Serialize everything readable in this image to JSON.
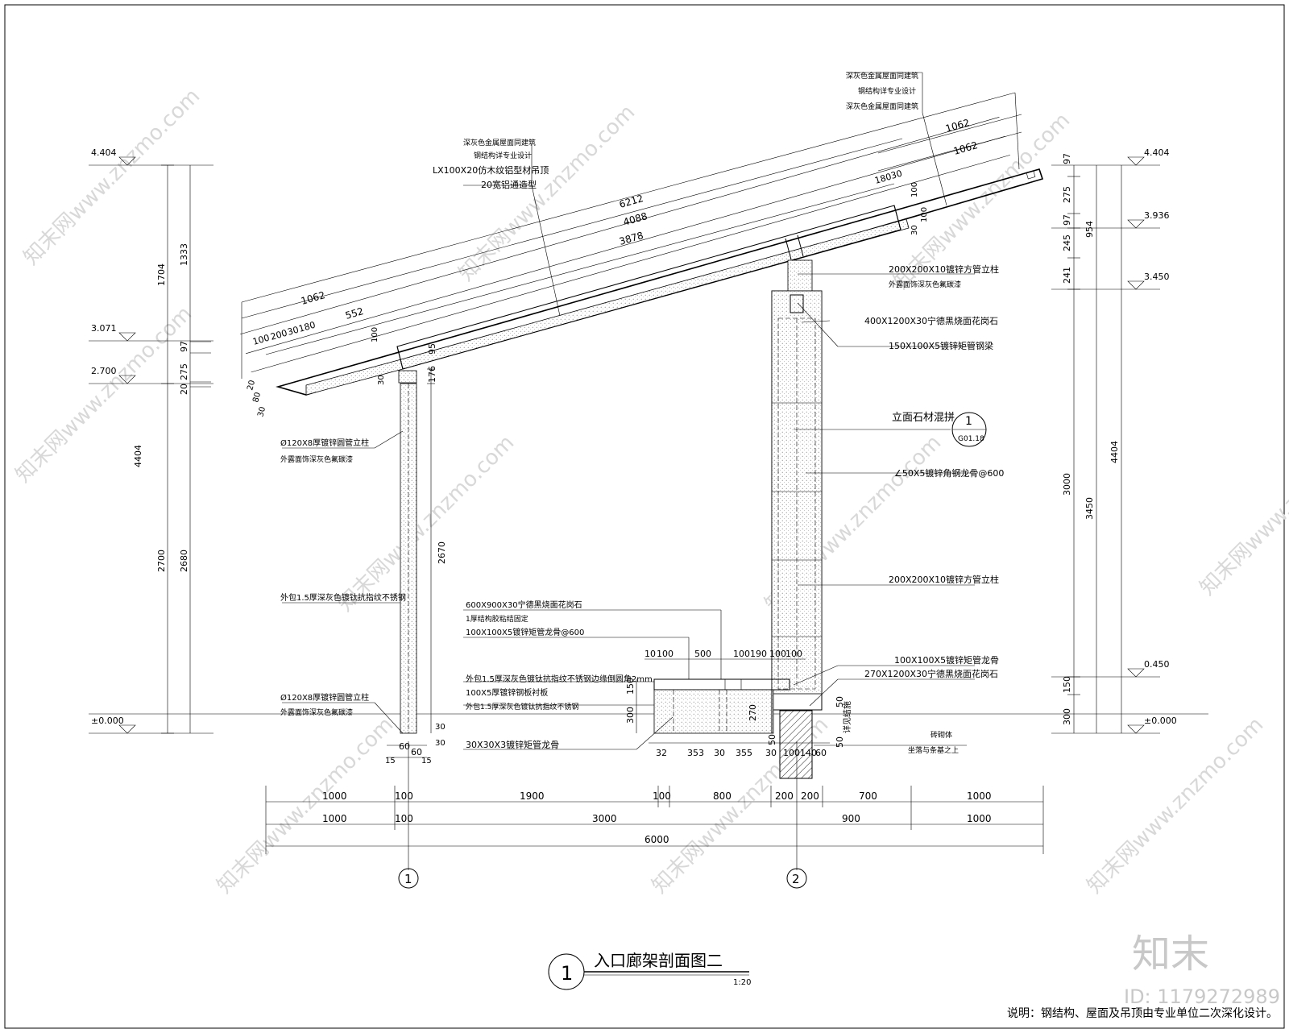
{
  "drawing": {
    "title": "入口廊架剖面图二",
    "scale": "1:20",
    "title_index": "1",
    "note": "说明：钢结构、屋面及吊顶由专业单位二次深化设计。",
    "watermark_logo": "知末",
    "watermark_id": "ID: 1179272989",
    "watermark_site": "知末网www.znzmo.com",
    "detail_ref": {
      "number": "1",
      "sheet": "G01.18"
    }
  },
  "elevations_left": [
    "4.404",
    "3.071",
    "2.700",
    "±0.000"
  ],
  "elevations_right": [
    "4.404",
    "3.936",
    "3.450",
    "0.450",
    "±0.000"
  ],
  "left_dims": {
    "outer": [
      "1704",
      "4404",
      "2700"
    ],
    "inner": [
      "1333",
      "97",
      "275",
      "20",
      "2680"
    ],
    "post": [
      "176",
      "2670",
      "95"
    ]
  },
  "right_dims": {
    "inner": [
      "97",
      "275",
      "97",
      "245",
      "241",
      "3000",
      "150",
      "300"
    ],
    "mid": [
      "954"
    ],
    "outer": [
      "4404",
      "3450"
    ]
  },
  "roof_dims": [
    "6212",
    "4088",
    "3878",
    "1062",
    "552",
    "100",
    "200",
    "30",
    "180",
    "1062",
    "1062",
    "180",
    "30",
    "100",
    "30",
    "100",
    "100",
    "30",
    "20",
    "80",
    "30"
  ],
  "grid": {
    "row1": [
      "1000",
      "100",
      "1900",
      "100",
      "800",
      "200",
      "200",
      "700",
      "1000"
    ],
    "row2": [
      "1000",
      "100",
      "3000",
      "900",
      "1000"
    ],
    "row3": [
      "6000"
    ],
    "axes": [
      "1",
      "2"
    ]
  },
  "post_dims": [
    "60",
    "60",
    "15",
    "15",
    "30",
    "30"
  ],
  "bench_dims": {
    "top": [
      "10",
      "100",
      "500",
      "100",
      "190",
      "100",
      "100"
    ],
    "bottom": [
      "32",
      "353",
      "30",
      "355",
      "30",
      "100",
      "140",
      "60"
    ],
    "side": [
      "150",
      "300",
      "270",
      "50",
      "50",
      "50"
    ],
    "tag": "详见结施"
  },
  "labels": {
    "roof_top": [
      "深灰色金属屋面同建筑",
      "钢结构详专业设计",
      "深灰色金属屋面同建筑"
    ],
    "roof_mid": [
      "深灰色金属屋面同建筑",
      "钢结构详专业设计",
      "LX100X20仿木纹铝型材吊顶",
      "20宽铝通造型"
    ],
    "column_top_1": "200X200X10镀锌方管立柱",
    "column_top_2": "外露面饰深灰色氟碳漆",
    "stone_cap": "400X1200X30宁德黑烧面花岗石",
    "beam": "150X100X5镀锌矩管钢梁",
    "facade": "立面石材混拼",
    "angle": "∠50X5镀锌角钢龙骨@600",
    "column_mid": "200X200X10镀锌方管立柱",
    "round_post_1": "Ø120X8厚镀锌圆管立柱",
    "round_post_2": "外露面饰深灰色氟碳漆",
    "cladding": "外包1.5厚深灰色镀钛抗指纹不锈钢",
    "bench_top_1": "600X900X30宁德黑烧面花岗石",
    "bench_top_2": "1厚结构胶粘结固定",
    "bench_top_3": "100X100X5镀锌矩管龙骨@600",
    "bench_side_1": "外包1.5厚深灰色镀钛抗指纹不锈钢边缘倒圆角2mm",
    "bench_side_2": "100X5厚镀锌钢板衬板",
    "bench_side_3": "外包1.5厚深灰色镀钛抗指纹不锈钢",
    "round_post_b1": "Ø120X8厚镀锌圆管立柱",
    "round_post_b2": "外露面饰深灰色氟碳漆",
    "bench_frame": "30X30X3镀锌矩管龙骨",
    "wall_r1": "100X100X5镀锌矩管龙骨",
    "wall_r2": "270X1200X30宁德黑烧面花岗石",
    "brick_1": "砖砌体",
    "brick_2": "坐落与条基之上"
  }
}
